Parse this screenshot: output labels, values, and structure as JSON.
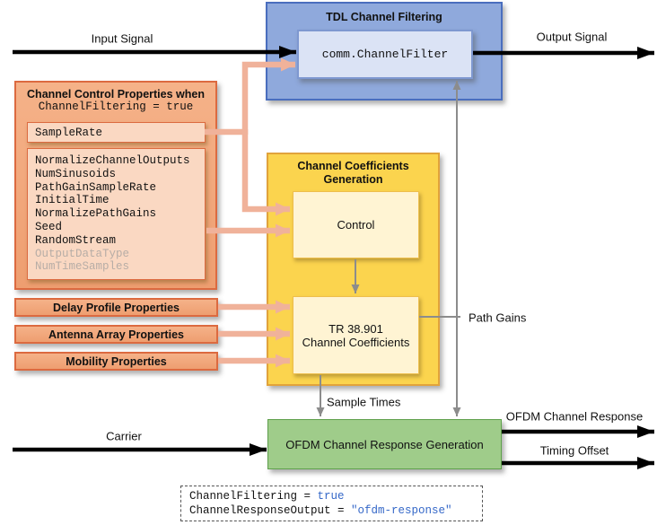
{
  "diagram": {
    "tdl_box": {
      "title": "TDL Channel Filtering",
      "filter_label": "comm.ChannelFilter"
    },
    "signal_labels": {
      "input_signal": "Input Signal",
      "output_signal": "Output Signal",
      "path_gains": "Path Gains",
      "sample_times": "Sample Times",
      "carrier": "Carrier",
      "ofdm_channel_response": "OFDM Channel Response",
      "timing_offset": "Timing Offset"
    },
    "control_properties": {
      "title_line1": "Channel Control Properties when",
      "title_line2": "ChannelFiltering = true",
      "sample_rate_label": "SampleRate",
      "items": [
        "NormalizeChannelOutputs",
        "NumSinusoids",
        "PathGainSampleRate",
        "InitialTime",
        "NormalizePathGains",
        "Seed",
        "RandomStream"
      ],
      "inactive_items": [
        "OutputDataType",
        "NumTimeSamples"
      ]
    },
    "property_bars": {
      "delay": "Delay Profile Properties",
      "antenna": "Antenna Array Properties",
      "mobility": "Mobility Properties"
    },
    "coefficients_box": {
      "title_line1": "Channel Coefficients",
      "title_line2": "Generation",
      "control_label": "Control",
      "tr_line1": "TR 38.901",
      "tr_line2": "Channel Coefficients"
    },
    "ofdm_box": {
      "title": "OFDM Channel Response Generation"
    },
    "code_box": {
      "line1_prefix": "ChannelFiltering = ",
      "line1_value": "true",
      "line2_prefix": "ChannelResponseOutput = ",
      "line2_value": "\"ofdm-response\""
    },
    "colors": {
      "tdl_fill": "#8FA9DC",
      "tdl_border": "#4A6EBE",
      "filter_fill": "#DBE3F5",
      "properties_fill": "#F2A87D",
      "properties_border": "#DC6A40",
      "property_item_fill": "#FAD8C2",
      "coefficients_fill": "#FBD44E",
      "coefficients_border": "#E1A33B",
      "inner_box_fill": "#FFF4D3",
      "ofdm_fill": "#9FCC8A",
      "ofdm_border": "#5FA04C",
      "arrow_black": "#000000",
      "arrow_salmon": "#F0B29A",
      "arrow_gray": "#8C8C8C",
      "code_value_blue": "#3568C8",
      "inactive_text": "#B7ADA6"
    }
  }
}
